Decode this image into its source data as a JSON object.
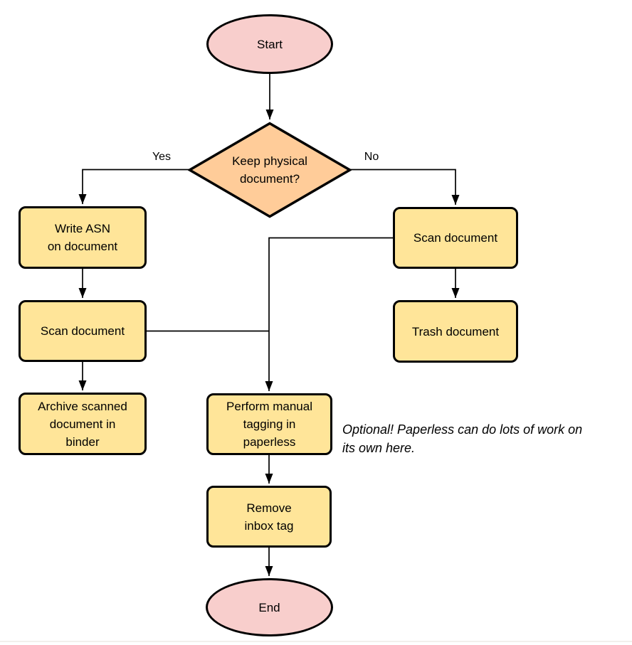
{
  "colors": {
    "terminal_fill": "#f8cecc",
    "decision_fill": "#ffcc99",
    "process_fill": "#ffe599",
    "stroke": "#000000",
    "background": "#ffffff",
    "bottom_line": "#f2f0ec"
  },
  "nodes": {
    "start": {
      "type": "terminal",
      "label": "Start"
    },
    "decision": {
      "type": "decision",
      "label": [
        "Keep physical",
        "document?"
      ]
    },
    "write_asn": {
      "type": "process",
      "label": [
        "Write ASN",
        "on document"
      ]
    },
    "scan_left": {
      "type": "process",
      "label": "Scan document"
    },
    "archive": {
      "type": "process",
      "label": [
        "Archive scanned",
        "document in",
        "binder"
      ]
    },
    "scan_right": {
      "type": "process",
      "label": "Scan document"
    },
    "trash": {
      "type": "process",
      "label": "Trash document"
    },
    "perform_tagging": {
      "type": "process",
      "label": [
        "Perform manual",
        "tagging in",
        "paperless"
      ]
    },
    "remove_inbox_tag": {
      "type": "process",
      "label": [
        "Remove",
        "inbox tag"
      ]
    },
    "end": {
      "type": "terminal",
      "label": "End"
    }
  },
  "edge_labels": {
    "yes": "Yes",
    "no": "No"
  },
  "annotation": {
    "text": [
      "Optional! Paperless can do lots of work on",
      "its own here."
    ]
  }
}
